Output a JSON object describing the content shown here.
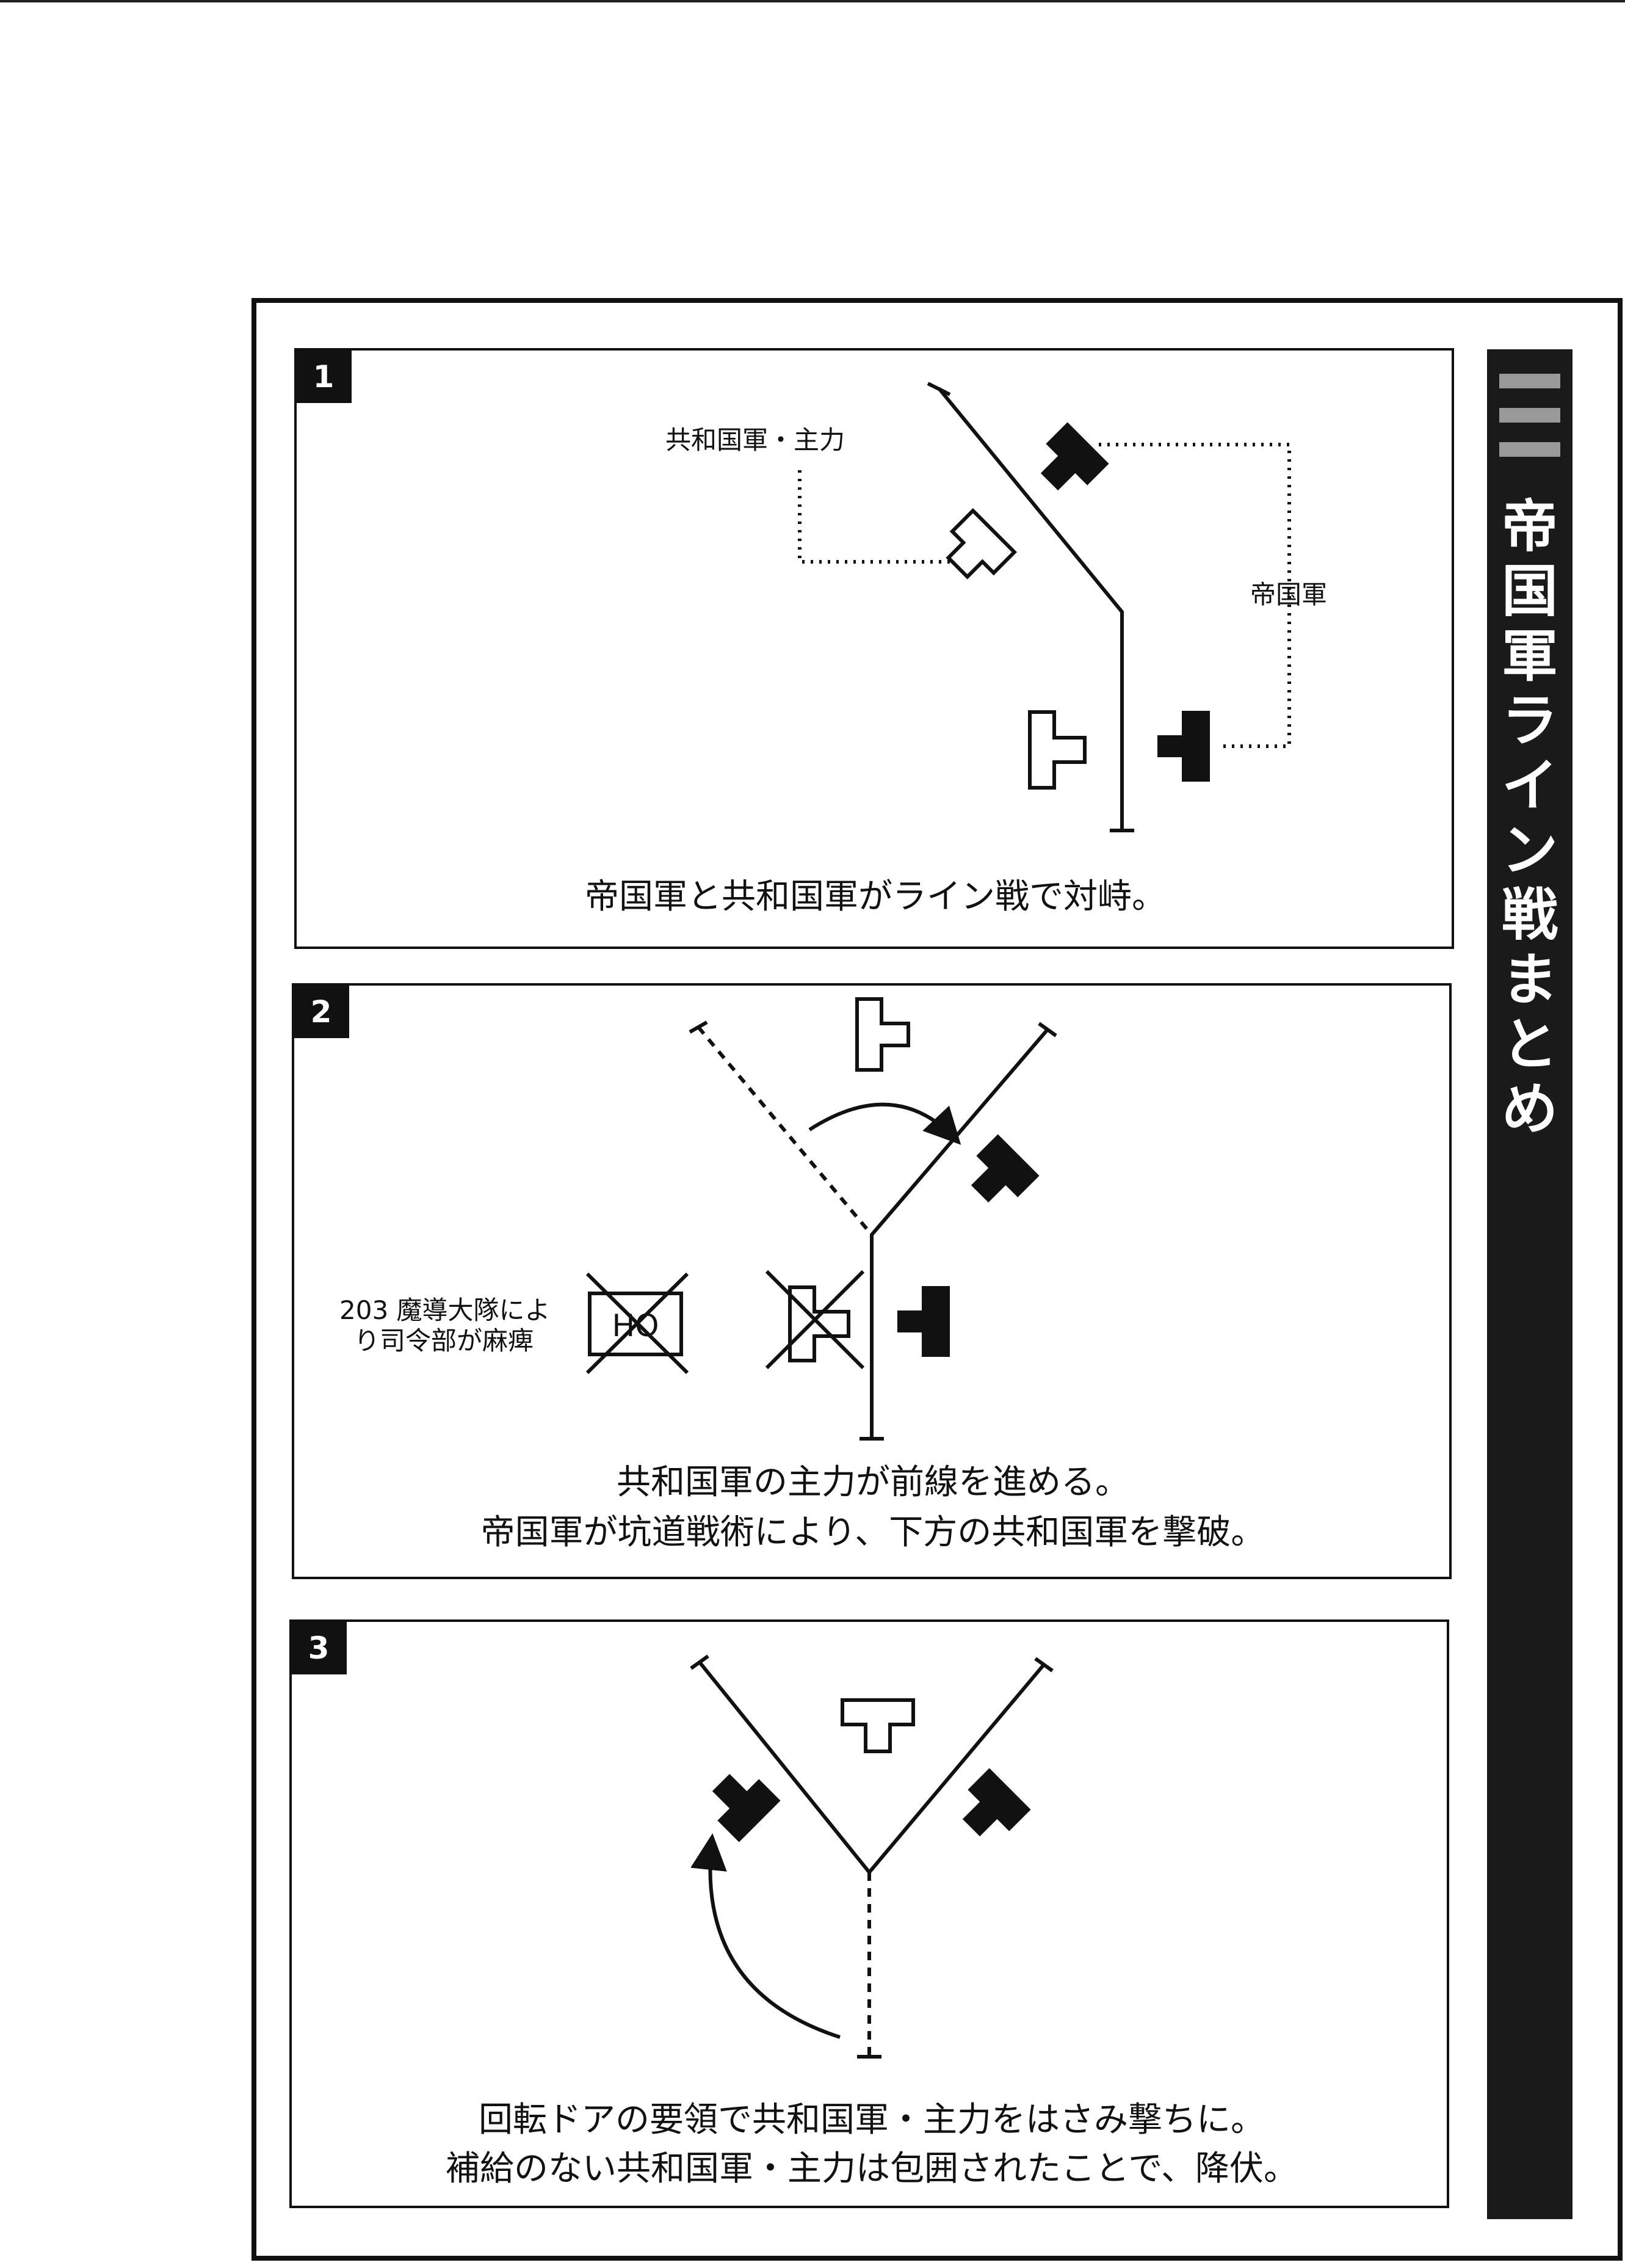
{
  "sidebar": {
    "title_chars": [
      "帝",
      "国",
      "軍",
      "ラ",
      "イ",
      "ン",
      "戦",
      "ま",
      "と",
      "め"
    ]
  },
  "panel1": {
    "number": "1",
    "label_republic_main": "共和国軍・主力",
    "label_empire": "帝国軍",
    "caption": "帝国軍と共和国軍がライン戦で対峙。"
  },
  "panel2": {
    "number": "2",
    "hq_note_line1": "203 魔導大隊によ",
    "hq_note_line2": "り司令部が麻痺",
    "hq_letters": "HQ",
    "caption_line1": "共和国軍の主力が前線を進める。",
    "caption_line2": "帝国軍が坑道戦術により、下方の共和国軍を撃破。"
  },
  "panel3": {
    "number": "3",
    "caption_line1": "回転ドアの要領で共和国軍・主力をはさみ撃ちに。",
    "caption_line2": "補給のない共和国軍・主力は包囲されたことで、降伏。"
  },
  "colors": {
    "ink": "#111111",
    "paper": "#ffffff"
  }
}
